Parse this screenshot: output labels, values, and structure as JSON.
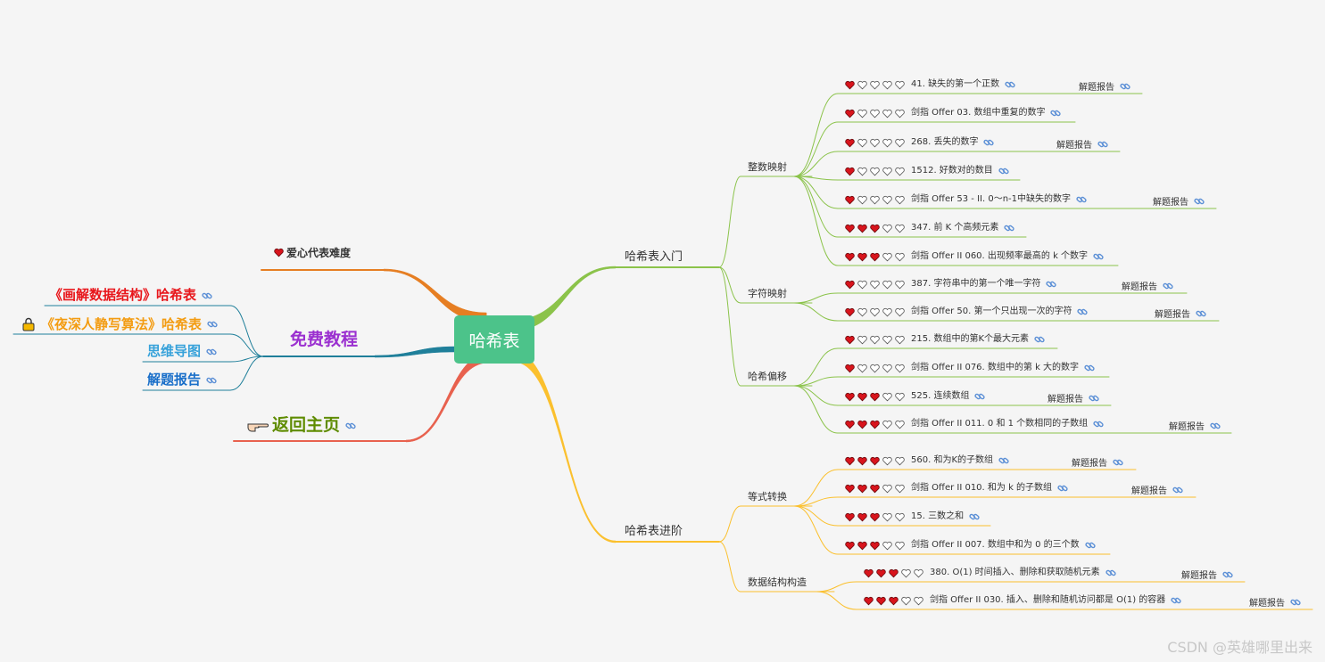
{
  "center": {
    "label": "哈希表"
  },
  "left": {
    "difficulty_label": "爱心代表难度",
    "tutorial_label": "免费教程",
    "tutorial_items": [
      {
        "label": "《画解数据结构》哈希表",
        "color": "#e8161b"
      },
      {
        "label": "《夜深人静写算法》哈希表",
        "color": "#f39c12"
      },
      {
        "label": "思维导图",
        "color": "#37a2da"
      },
      {
        "label": "解题报告",
        "color": "#1a6fc9"
      }
    ],
    "home_label": "返回主页",
    "colors": {
      "difficulty": "#e67e22",
      "tutorial": "#1f7f9a",
      "tutorial_text": "#9b30d0",
      "home": "#e8614e",
      "home_text": "#5f8c00"
    }
  },
  "right": {
    "intro": {
      "label": "哈希表入门",
      "color": "#8bc34a",
      "groups": [
        {
          "label": "整数映射",
          "items": [
            {
              "text": "41. 缺失的第一个正数",
              "hearts": 1,
              "report": "解题报告"
            },
            {
              "text": "剑指 Offer 03. 数组中重复的数字",
              "hearts": 1,
              "report": ""
            },
            {
              "text": "268. 丢失的数字",
              "hearts": 1,
              "report": "解题报告"
            },
            {
              "text": "1512. 好数对的数目",
              "hearts": 1,
              "report": ""
            },
            {
              "text": "剑指 Offer 53 - II. 0～n-1中缺失的数字",
              "hearts": 1,
              "report": "解题报告"
            },
            {
              "text": "347. 前 K 个高频元素",
              "hearts": 3,
              "report": ""
            },
            {
              "text": "剑指 Offer II 060. 出现频率最高的 k 个数字",
              "hearts": 3,
              "report": ""
            }
          ]
        },
        {
          "label": "字符映射",
          "items": [
            {
              "text": "387. 字符串中的第一个唯一字符",
              "hearts": 1,
              "report": "解题报告"
            },
            {
              "text": "剑指 Offer 50. 第一个只出现一次的字符",
              "hearts": 1,
              "report": "解题报告"
            }
          ]
        },
        {
          "label": "哈希偏移",
          "items": [
            {
              "text": "215. 数组中的第K个最大元素",
              "hearts": 1,
              "report": ""
            },
            {
              "text": "剑指 Offer II 076. 数组中的第 k 大的数字",
              "hearts": 1,
              "report": ""
            },
            {
              "text": "525. 连续数组",
              "hearts": 3,
              "report": "解题报告"
            },
            {
              "text": "剑指 Offer II 011. 0 和 1 个数相同的子数组",
              "hearts": 3,
              "report": "解题报告"
            }
          ]
        }
      ]
    },
    "advanced": {
      "label": "哈希表进阶",
      "color": "#fbc02d",
      "groups": [
        {
          "label": "等式转换",
          "items": [
            {
              "text": "560. 和为K的子数组",
              "hearts": 3,
              "report": "解题报告"
            },
            {
              "text": "剑指 Offer II 010. 和为 k 的子数组",
              "hearts": 3,
              "report": "解题报告"
            },
            {
              "text": "15. 三数之和",
              "hearts": 3,
              "report": ""
            },
            {
              "text": "剑指 Offer II 007. 数组中和为 0 的三个数",
              "hearts": 3,
              "report": ""
            }
          ]
        },
        {
          "label": "数据结构构造",
          "items": [
            {
              "text": "380. O(1) 时间插入、删除和获取随机元素",
              "hearts": 3,
              "report": "解题报告"
            },
            {
              "text": "剑指 Offer II 030. 插入、删除和随机访问都是 O(1) 的容器",
              "hearts": 3,
              "report": "解题报告"
            }
          ]
        }
      ]
    }
  },
  "watermark": "CSDN @英雄哪里出来"
}
